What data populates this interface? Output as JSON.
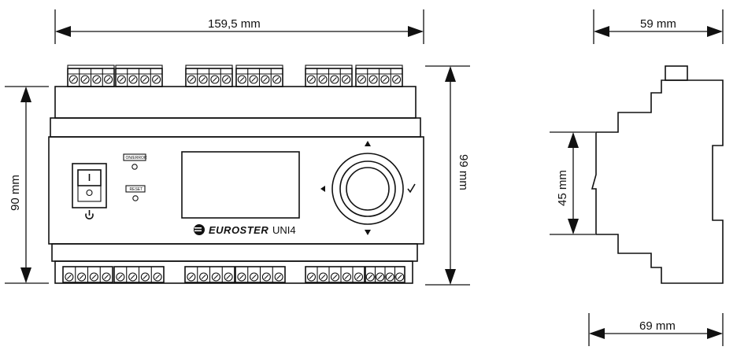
{
  "dimensions": {
    "front_width": "159,5 mm",
    "front_height_inner": "90 mm",
    "front_height_total": "99 mm",
    "side_top_depth": "59 mm",
    "side_rail_height": "45 mm",
    "side_total_depth": "69 mm"
  },
  "panel": {
    "brand": "EUROSTER",
    "model": "UNI4",
    "led_label": "ON/ERROR",
    "reset_label": "RESET"
  },
  "icons": {
    "power": "power-icon",
    "up": "up-triangle-icon",
    "down": "down-triangle-icon",
    "left": "left-triangle-icon",
    "ok": "checkmark-icon",
    "logo": "euroster-logo-icon"
  }
}
